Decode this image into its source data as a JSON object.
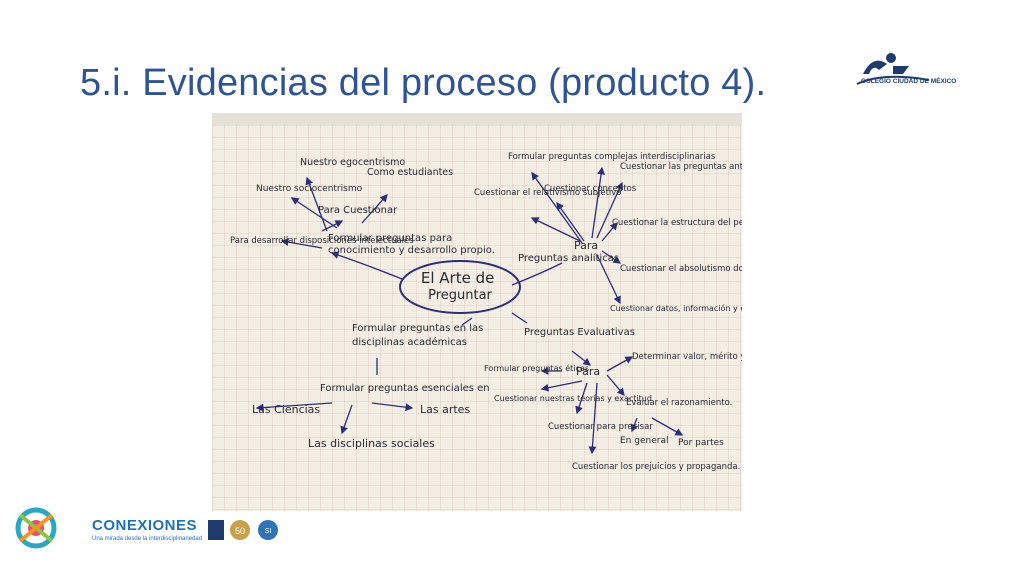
{
  "slide": {
    "title": "5.i. Evidencias del proceso (producto 4).",
    "top_logo_text": "COLEGIO CIUDAD DE MÉXICO",
    "bottom_logo": {
      "brand": "CONEXIONES",
      "tagline": "Una mirada desde la interdisciplinariedad"
    },
    "small_logo_labels": [
      "50",
      "SI"
    ]
  },
  "mindmap": {
    "center": "El Arte de Preguntar",
    "left_top": {
      "main": "Formular preguntas para conocimiento y desarrollo propio.",
      "para": "Para Cuestionar",
      "items": [
        "Nuestro egocentrismo",
        "Como estudiantes",
        "Nuestro sociocentrismo",
        "Para desarrollar disposiciones intelectuales"
      ]
    },
    "left_bottom": {
      "main": "Formular preguntas en las disciplinas académicas",
      "sub": "Formular preguntas esenciales en",
      "items": [
        "Las Ciencias",
        "Las artes",
        "Las disciplinas sociales"
      ]
    },
    "right_top": {
      "main": "Preguntas analíticas",
      "para": "Para",
      "items": [
        "Formular preguntas complejas interdisciplinarias",
        "Cuestionar las preguntas anteriores",
        "Cuestionar el relativismo subjetivo",
        "Cuestionar conceptos",
        "Cuestionar la estructura del pensar.",
        "Cuestionar el absolutismo dogmático.",
        "Cuestionar datos, información y experiencia."
      ]
    },
    "right_bottom": {
      "main": "Preguntas Evaluativas",
      "para": "Para",
      "items": [
        "Formular preguntas éticas",
        "Determinar valor, mérito y valía",
        "Cuestionar nuestras teorías y exactitud",
        "Evaluar el razonamiento.",
        "Cuestionar para precisar",
        "En general",
        "Por partes",
        "Cuestionar los prejuicios y propaganda."
      ]
    }
  }
}
